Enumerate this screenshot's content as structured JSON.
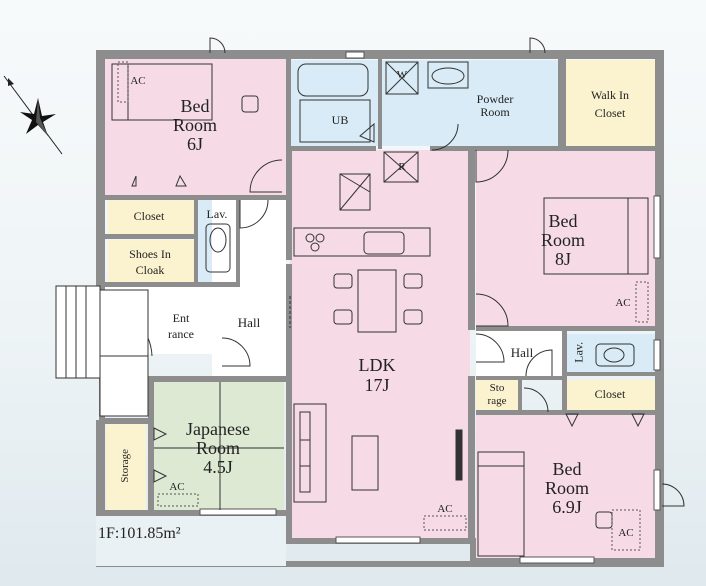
{
  "rooms": {
    "bed6": {
      "name": "Bed\nRoom",
      "size": "6J"
    },
    "bed8": {
      "name": "Bed\nRoom",
      "size": "8J"
    },
    "bed69": {
      "name": "Bed\nRoom",
      "size": "6.9J"
    },
    "ldk": {
      "name": "LDK",
      "size": "17J"
    },
    "japanese": {
      "name": "Japanese\nRoom",
      "size": "4.5J"
    },
    "powder": {
      "name": "Powder\nRoom"
    },
    "ub": {
      "name": "UB"
    },
    "walkin": {
      "name": "Walk In\nCloset"
    },
    "closet_left": {
      "name": "Closet"
    },
    "closet_right": {
      "name": "Closet"
    },
    "lav_left": {
      "name": "Lav."
    },
    "lav_right": {
      "name": "Lav."
    },
    "shoes": {
      "name": "Shoes In\nCloak"
    },
    "entrance": {
      "name": "Ent\nrance"
    },
    "hall_left": {
      "name": "Hall"
    },
    "hall_right": {
      "name": "Hall"
    },
    "storage_left": {
      "name": "Storage"
    },
    "storage_right": {
      "name": "Sto\nrage"
    }
  },
  "marks": {
    "ac": "AC",
    "washer": "W",
    "fridge": "R"
  },
  "floor_area": "1F:101.85m²",
  "colors": {
    "bedroom": "#f6dbe6",
    "wet": "#d8ebf6",
    "closet": "#fbf3cf",
    "japanese": "#dde9d3",
    "hall": "#ffffff",
    "wall": "#8d8d8d"
  },
  "compass_icon": "compass-star-icon"
}
